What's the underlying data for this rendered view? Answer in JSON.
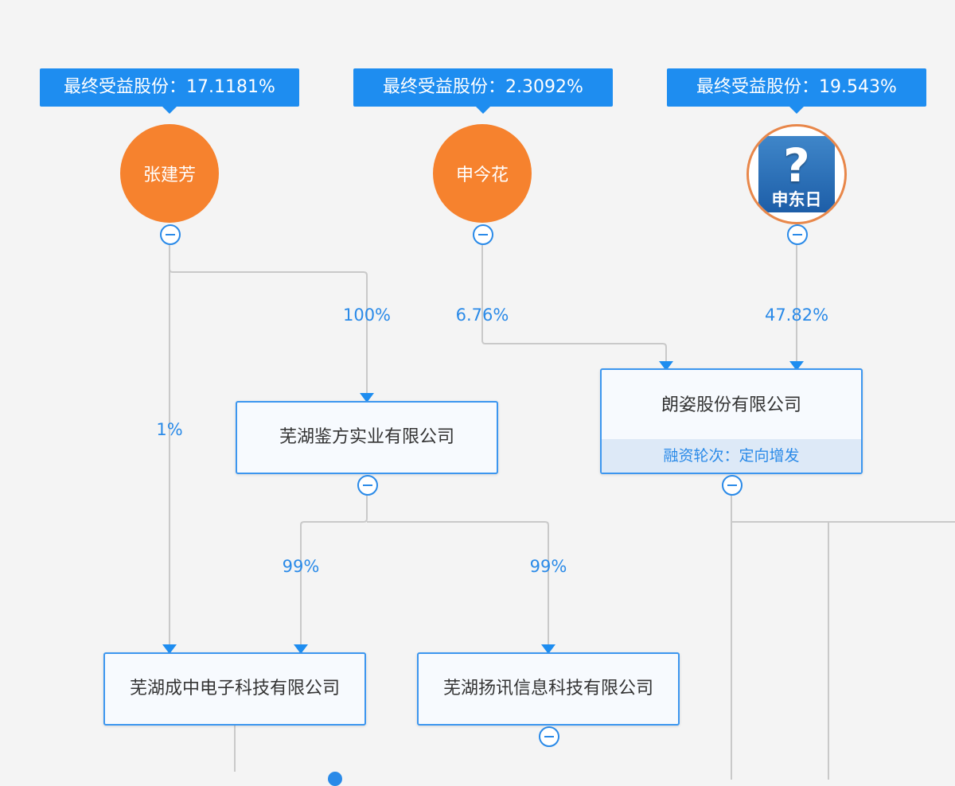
{
  "colors": {
    "accent": "#1e8df0",
    "person_fill": "#f6822e",
    "line": "#c9c9c9",
    "arrow": "#1e8df0",
    "text_blue": "#2a8ae8"
  },
  "tags": [
    {
      "text": "最终受益股份：17.1181%"
    },
    {
      "text": "最终受益股份：2.3092%"
    },
    {
      "text": "最终受益股份：19.543%"
    }
  ],
  "persons": [
    {
      "name": "张建芳"
    },
    {
      "name": "申今花"
    },
    {
      "name": "申东日",
      "icon": "question-avatar-icon"
    }
  ],
  "companies": [
    {
      "name": "芜湖鉴方实业有限公司"
    },
    {
      "name": "朗姿股份有限公司",
      "round": "融资轮次：定向增发"
    },
    {
      "name": "芜湖成中电子科技有限公司"
    },
    {
      "name": "芜湖扬讯信息科技有限公司"
    }
  ],
  "edges": [
    {
      "from": "张建芳",
      "to": "芜湖鉴方实业有限公司",
      "percent": "100%"
    },
    {
      "from": "张建芳",
      "to": "芜湖成中电子科技有限公司",
      "percent": "1%"
    },
    {
      "from": "申今花",
      "to": "朗姿股份有限公司",
      "percent": "6.76%"
    },
    {
      "from": "申东日",
      "to": "朗姿股份有限公司",
      "percent": "47.82%"
    },
    {
      "from": "芜湖鉴方实业有限公司",
      "to": "芜湖成中电子科技有限公司",
      "percent": "99%"
    },
    {
      "from": "芜湖鉴方实业有限公司",
      "to": "芜湖扬讯信息科技有限公司",
      "percent": "99%"
    }
  ]
}
